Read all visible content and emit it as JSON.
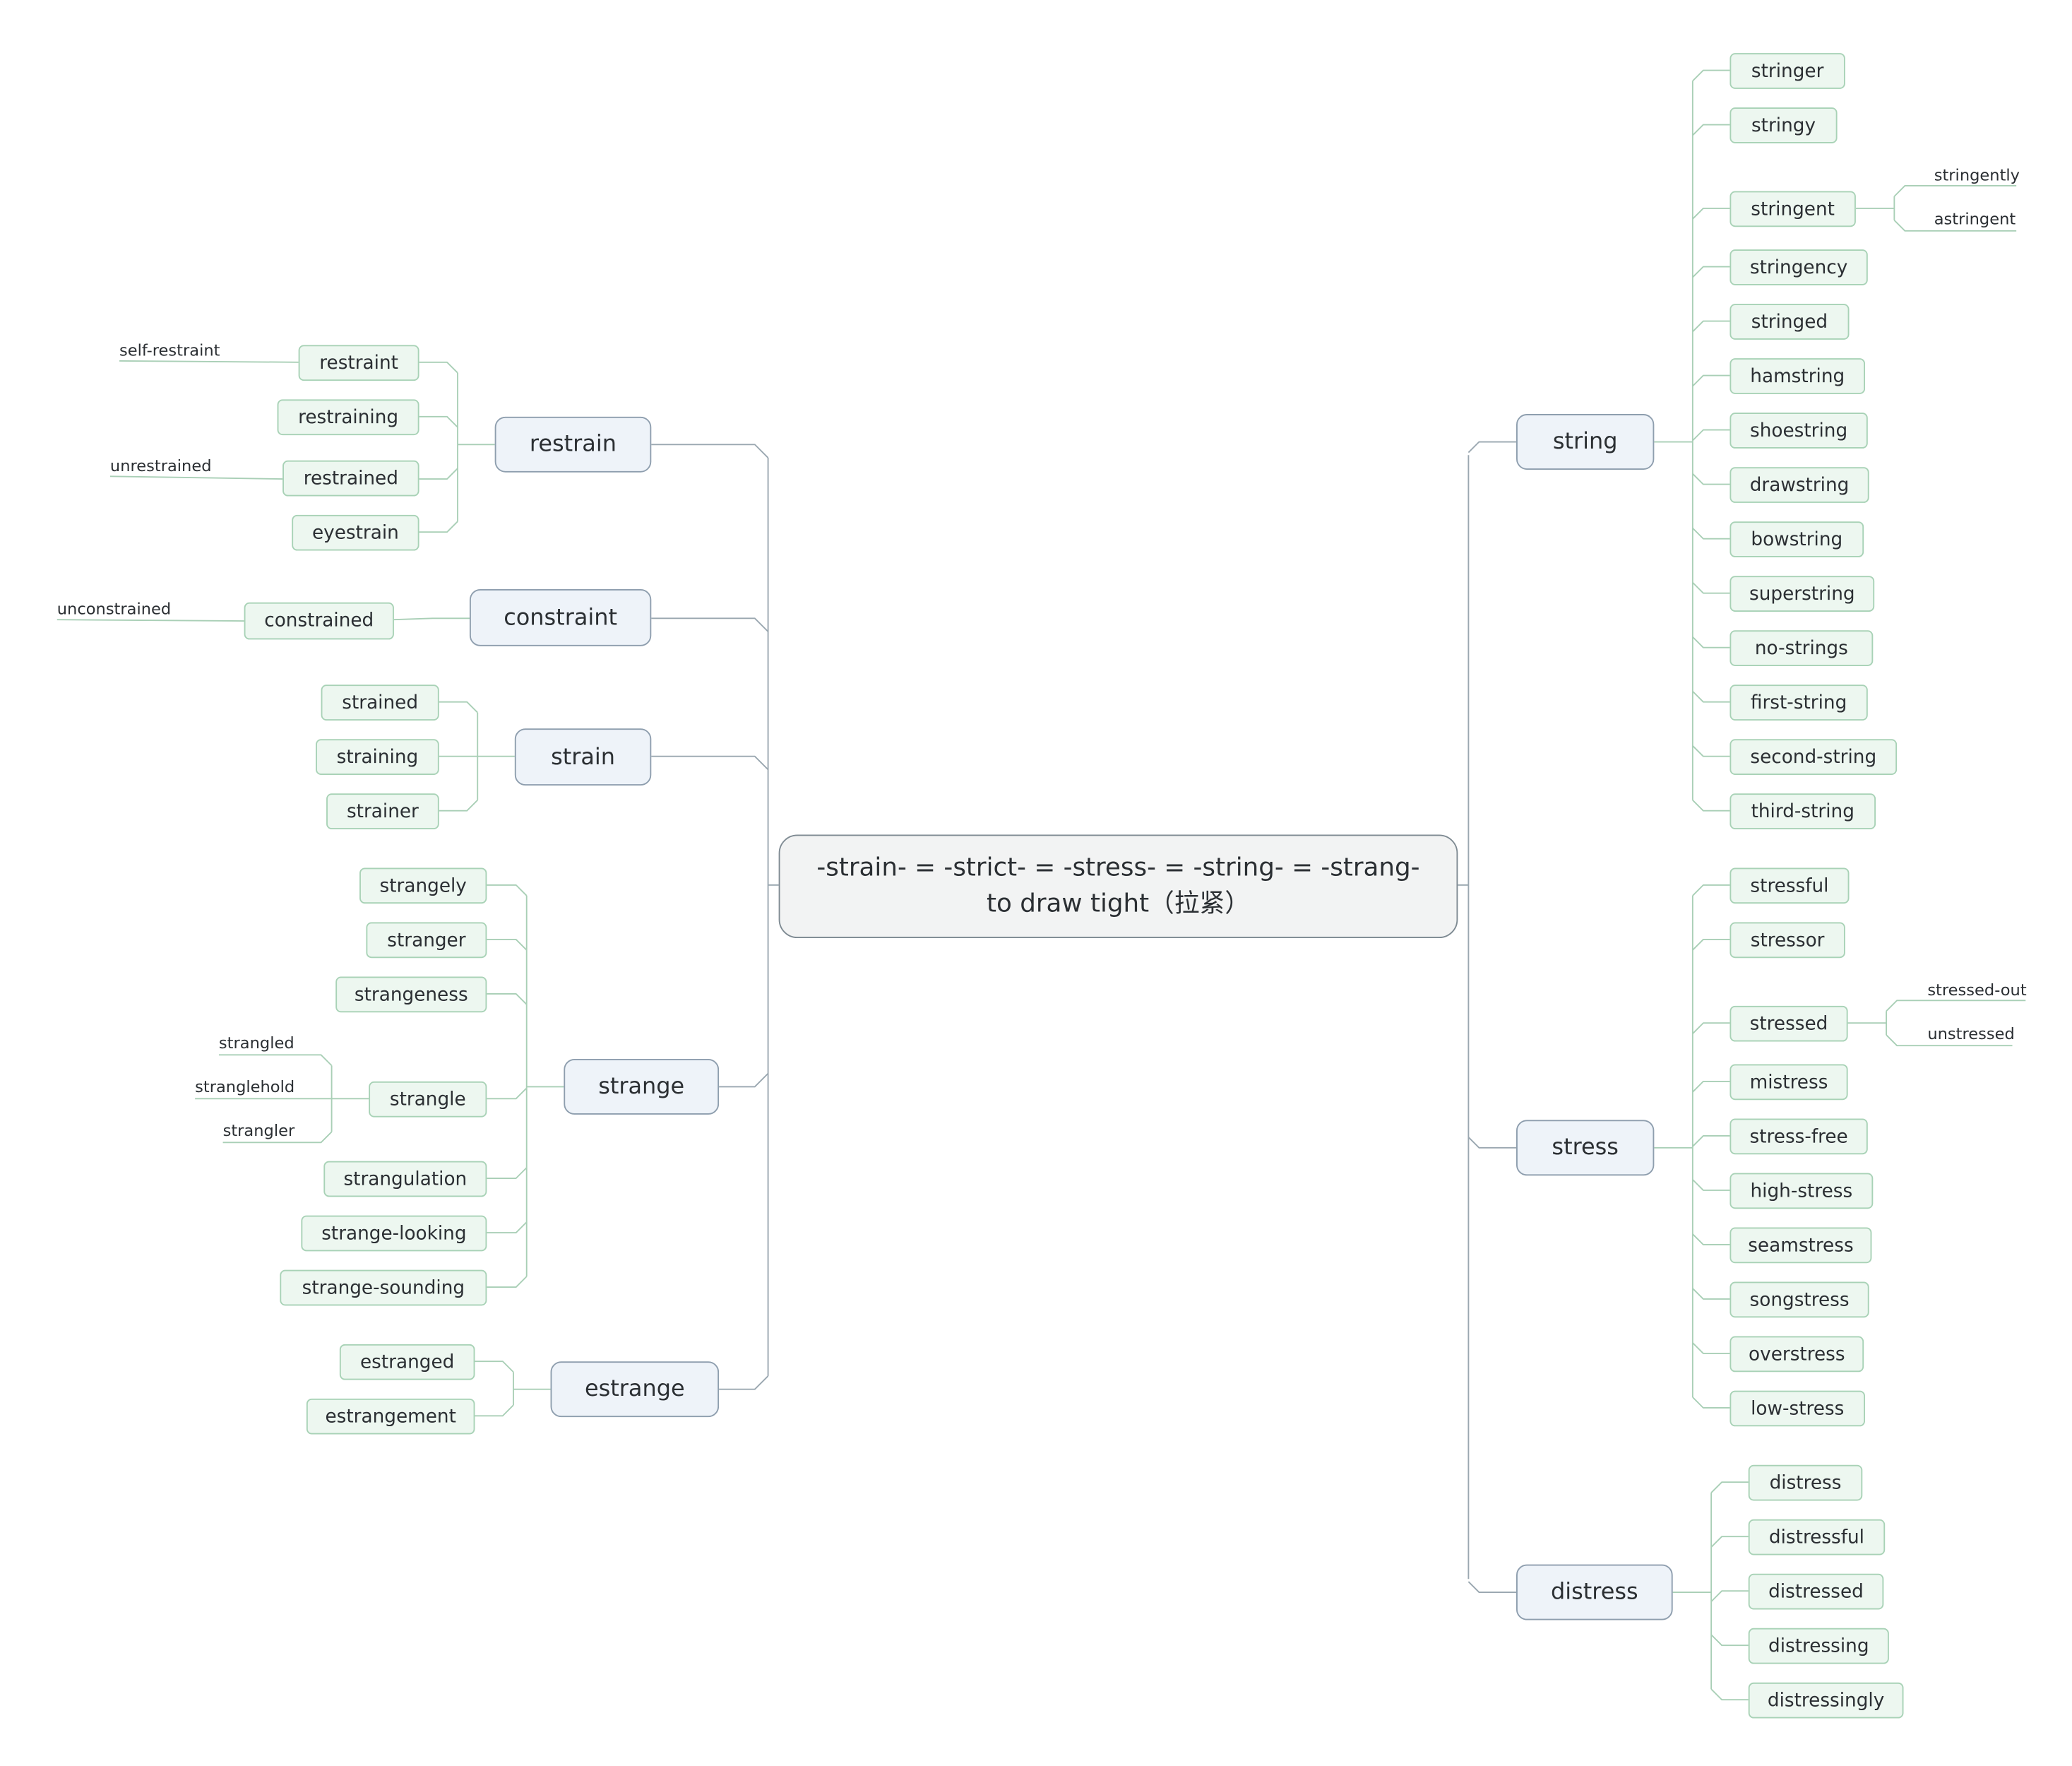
{
  "map": {
    "central": {
      "line1": "-strain- = -strict- = -stress- = -string- = -strang-",
      "line2": "to draw tight（拉紧）"
    },
    "left": [
      {
        "label": "restrain",
        "children": [
          {
            "label": "restraint",
            "children": [
              "self-restraint"
            ]
          },
          {
            "label": "restraining",
            "children": []
          },
          {
            "label": "restrained",
            "children": [
              "unrestrained"
            ]
          },
          {
            "label": "eyestrain",
            "children": []
          }
        ]
      },
      {
        "label": "constraint",
        "children": [
          {
            "label": "constrained",
            "children": [
              "unconstrained"
            ]
          }
        ]
      },
      {
        "label": "strain",
        "children": [
          {
            "label": "strained",
            "children": []
          },
          {
            "label": "straining",
            "children": []
          },
          {
            "label": "strainer",
            "children": []
          }
        ]
      },
      {
        "label": "strange",
        "children": [
          {
            "label": "strangely",
            "children": []
          },
          {
            "label": "stranger",
            "children": []
          },
          {
            "label": "strangeness",
            "children": []
          },
          {
            "label": "strangle",
            "children": [
              "strangled",
              "stranglehold",
              "strangler"
            ]
          },
          {
            "label": "strangulation",
            "children": []
          },
          {
            "label": "strange-looking",
            "children": []
          },
          {
            "label": "strange-sounding",
            "children": []
          }
        ]
      },
      {
        "label": "estrange",
        "children": [
          {
            "label": "estranged",
            "children": []
          },
          {
            "label": "estrangement",
            "children": []
          }
        ]
      }
    ],
    "right": [
      {
        "label": "string",
        "children": [
          {
            "label": "stringer",
            "children": []
          },
          {
            "label": "stringy",
            "children": []
          },
          {
            "label": "stringent",
            "children": [
              "stringently",
              "astringent"
            ]
          },
          {
            "label": "stringency",
            "children": []
          },
          {
            "label": "stringed",
            "children": []
          },
          {
            "label": "hamstring",
            "children": []
          },
          {
            "label": "shoestring",
            "children": []
          },
          {
            "label": "drawstring",
            "children": []
          },
          {
            "label": "bowstring",
            "children": []
          },
          {
            "label": "superstring",
            "children": []
          },
          {
            "label": "no-strings",
            "children": []
          },
          {
            "label": "first-string",
            "children": []
          },
          {
            "label": "second-string",
            "children": []
          },
          {
            "label": "third-string",
            "children": []
          }
        ]
      },
      {
        "label": "stress",
        "children": [
          {
            "label": "stressful",
            "children": []
          },
          {
            "label": "stressor",
            "children": []
          },
          {
            "label": "stressed",
            "children": [
              "stressed-out",
              "unstressed"
            ]
          },
          {
            "label": "mistress",
            "children": []
          },
          {
            "label": "stress-free",
            "children": []
          },
          {
            "label": "high-stress",
            "children": []
          },
          {
            "label": "seamstress",
            "children": []
          },
          {
            "label": "songstress",
            "children": []
          },
          {
            "label": "overstress",
            "children": []
          },
          {
            "label": "low-stress",
            "children": []
          }
        ]
      },
      {
        "label": "distress",
        "children": [
          {
            "label": "distress",
            "children": []
          },
          {
            "label": "distressful",
            "children": []
          },
          {
            "label": "distressed",
            "children": []
          },
          {
            "label": "distressing",
            "children": []
          },
          {
            "label": "distressingly",
            "children": []
          }
        ]
      }
    ]
  },
  "colors": {
    "main_link": "#9aa7b0",
    "sub_link": "#a9cfb6",
    "central_fill": "#f2f3f3",
    "main_fill": "#eef3f9",
    "sub_fill": "#edf7f0"
  }
}
